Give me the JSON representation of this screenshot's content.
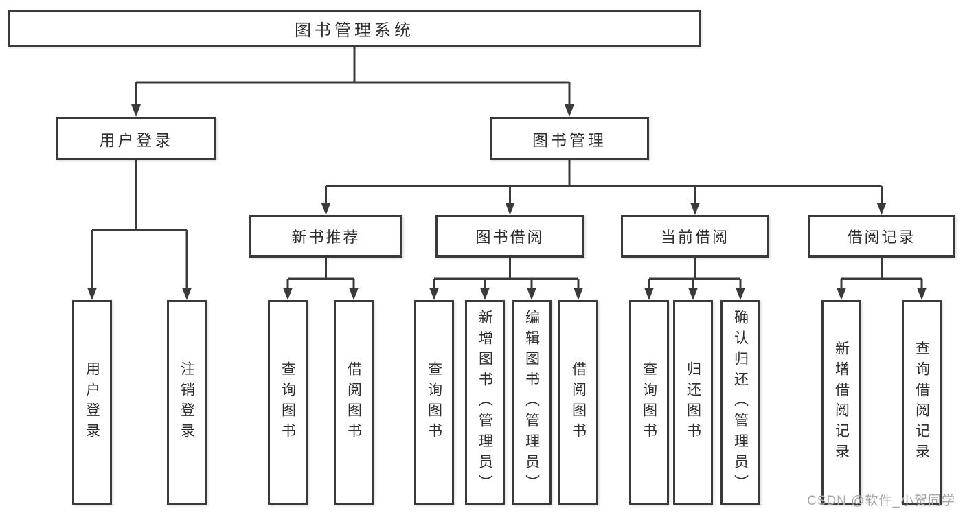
{
  "tree": {
    "root": {
      "label": "图书管理系统",
      "children": [
        {
          "label": "用户登录",
          "children": [
            {
              "label": "用户登录"
            },
            {
              "label": "注销登录"
            }
          ]
        },
        {
          "label": "图书管理",
          "children": [
            {
              "label": "新书推荐",
              "children": [
                {
                  "label": "查询图书"
                },
                {
                  "label": "借阅图书"
                }
              ]
            },
            {
              "label": "图书借阅",
              "children": [
                {
                  "label": "查询图书"
                },
                {
                  "label": "新增图书（管理员）"
                },
                {
                  "label": "编辑图书（管理员）"
                },
                {
                  "label": "借阅图书"
                }
              ]
            },
            {
              "label": "当前借阅",
              "children": [
                {
                  "label": "查询图书"
                },
                {
                  "label": "归还图书"
                },
                {
                  "label": "确认归还（管理员）"
                }
              ]
            },
            {
              "label": "借阅记录",
              "children": [
                {
                  "label": "新增借阅记录"
                },
                {
                  "label": "查询借阅记录"
                }
              ]
            }
          ]
        }
      ]
    }
  },
  "watermark": {
    "text": "CSDN @软件_小贺同学"
  },
  "colors": {
    "line": "#3a3a3a",
    "box_border": "#3a3a3a",
    "text": "#2e2e2e",
    "watermark": "#a6a6a6",
    "background": "#ffffff"
  }
}
